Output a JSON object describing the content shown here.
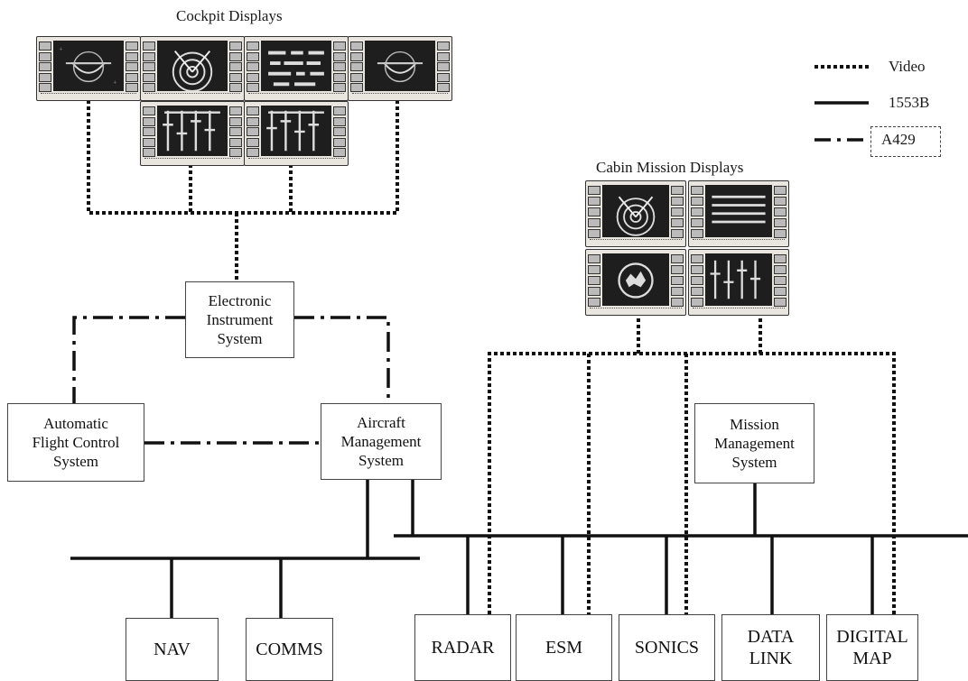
{
  "title_cockpit": "Cockpit Displays",
  "title_cabin": "Cabin Mission Displays",
  "legend": {
    "video": "Video",
    "mil1553b": "1553B",
    "a429": "A429"
  },
  "boxes": {
    "eis": "Electronic\nInstrument\nSystem",
    "afcs": "Automatic\nFlight Control\nSystem",
    "ams": "Aircraft\nManagement\nSystem",
    "mms": "Mission\nManagement\nSystem",
    "nav": "NAV",
    "comms": "COMMS",
    "radar": "RADAR",
    "esm": "ESM",
    "sonics": "SONICS",
    "datalink": "DATA\nLINK",
    "digitalmap": "DIGITAL\nMAP"
  },
  "colors": {
    "line": "#111111",
    "screen": "#1e1e1e",
    "bezel": "#e9e6e0"
  },
  "display_icons": {
    "cockpit": [
      "attitude-display-icon",
      "radar-display-icon",
      "text-display-icon",
      "attitude-display-icon",
      "bar-gauges-display-icon",
      "bar-gauges-display-icon"
    ],
    "cabin": [
      "radar-display-icon",
      "list-display-icon",
      "tactical-display-icon",
      "bar-gauges-display-icon"
    ]
  }
}
